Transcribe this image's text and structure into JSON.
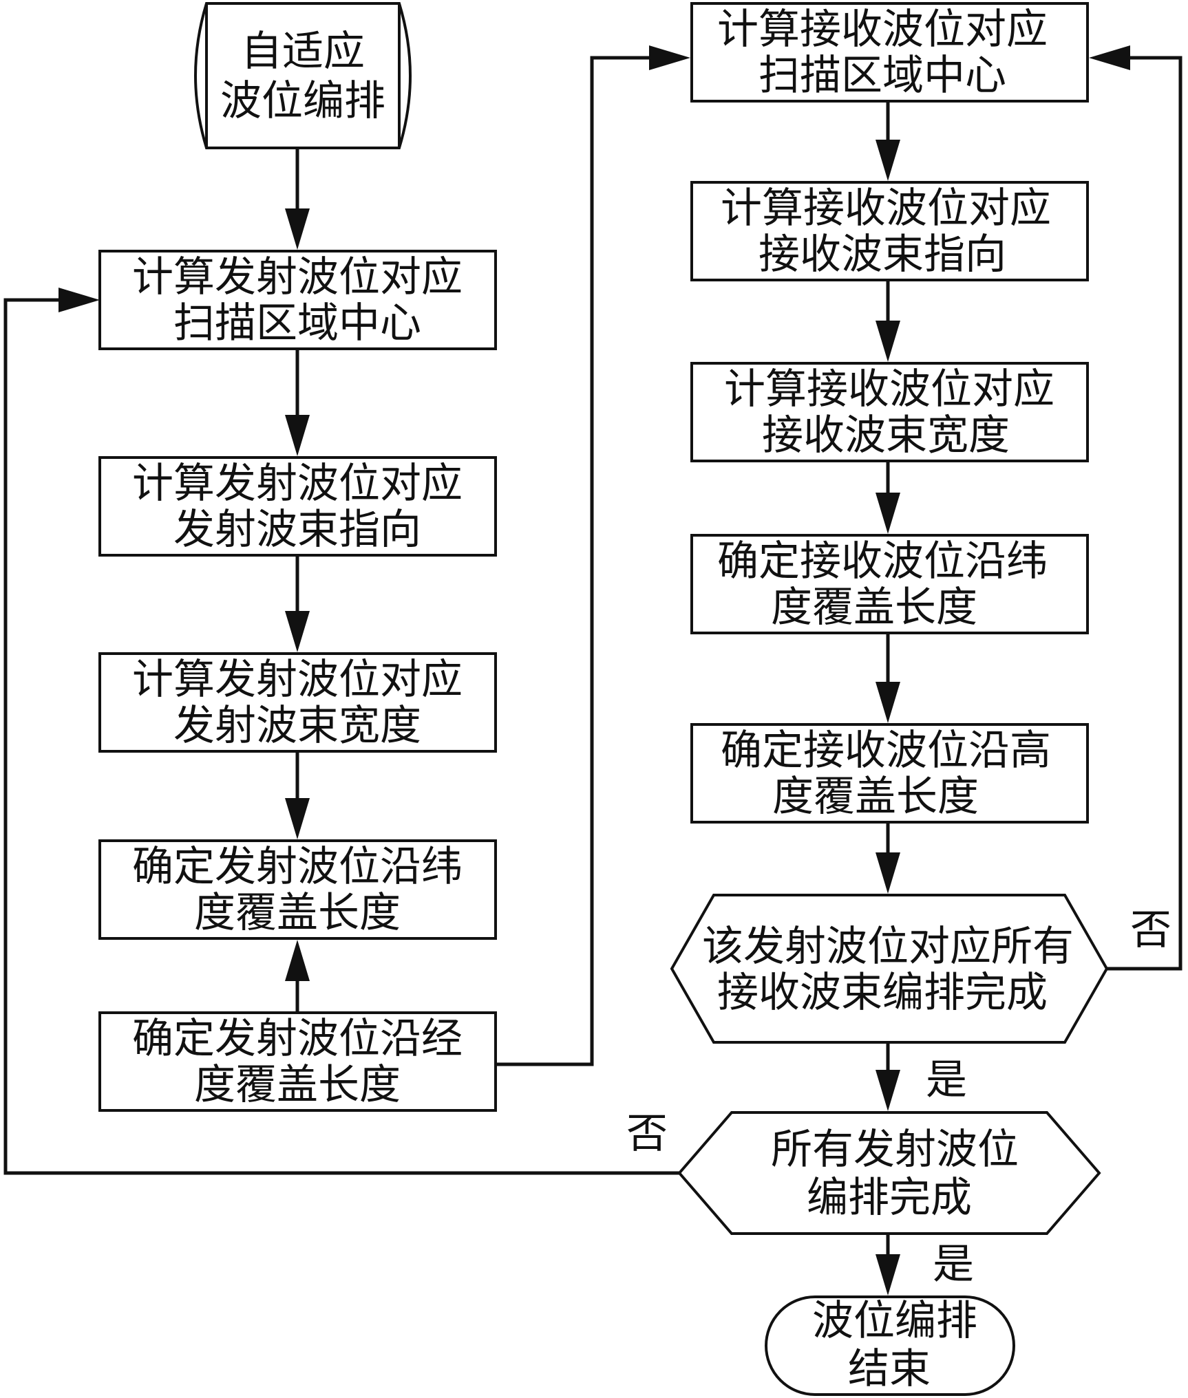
{
  "nodes": {
    "start": [
      "自适应",
      "波位编排"
    ],
    "tx_scan_center": [
      "计算发射波位对应",
      "扫描区域中心"
    ],
    "tx_beam_pointing": [
      "计算发射波位对应",
      "发射波束指向"
    ],
    "tx_beam_width": [
      "计算发射波位对应",
      "发射波束宽度"
    ],
    "tx_lat_coverage": [
      "确定发射波位沿纬",
      "度覆盖长度"
    ],
    "tx_lon_coverage": [
      "确定发射波位沿经",
      "度覆盖长度"
    ],
    "rx_scan_center": [
      "计算接收波位对应",
      "扫描区域中心"
    ],
    "rx_beam_pointing": [
      "计算接收波位对应",
      "接收波束指向"
    ],
    "rx_beam_width": [
      "计算接收波位对应",
      "接收波束宽度"
    ],
    "rx_lat_coverage": [
      "确定接收波位沿纬",
      "度覆盖长度"
    ],
    "rx_alt_coverage": [
      "确定接收波位沿高",
      "度覆盖长度"
    ],
    "decision_rx_done": [
      "该发射波位对应所有",
      "接收波束编排完成"
    ],
    "decision_tx_done": [
      "所有发射波位",
      "编排完成"
    ],
    "end": [
      "波位编排",
      "结束"
    ]
  },
  "edge_labels": {
    "rx_done_no": "否",
    "rx_done_yes": "是",
    "tx_done_no": "否",
    "tx_done_yes": "是"
  }
}
